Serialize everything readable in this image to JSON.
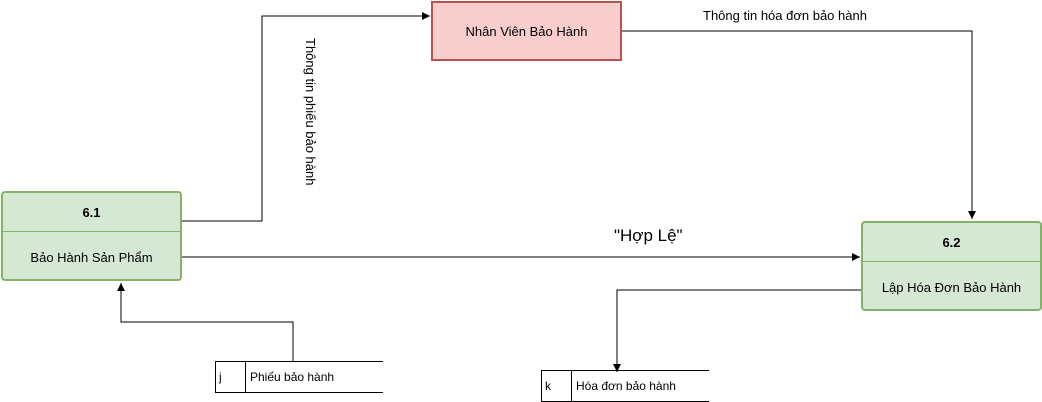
{
  "processes": [
    {
      "id": "6.1",
      "name": "Bảo Hành Sản Phẩm"
    },
    {
      "id": "6.2",
      "name": "Lập Hóa Đơn Bảo Hành"
    }
  ],
  "entity": {
    "name": "Nhân Viên Bảo Hành"
  },
  "stores": [
    {
      "id": "j",
      "name": "Phiếu bảo hành"
    },
    {
      "id": "k",
      "name": "Hóa đơn bảo hành"
    }
  ],
  "flows": {
    "p61_to_entity": "Thông tin phiếu bảo hành",
    "entity_to_p62": "Thông tin hóa đơn bảo hành",
    "p61_to_p62": "\"Hợp Lệ\""
  },
  "colors": {
    "process_fill": "#d5e8d4",
    "process_border": "#82b366",
    "entity_fill": "#f8cecc",
    "entity_border": "#b85450"
  }
}
